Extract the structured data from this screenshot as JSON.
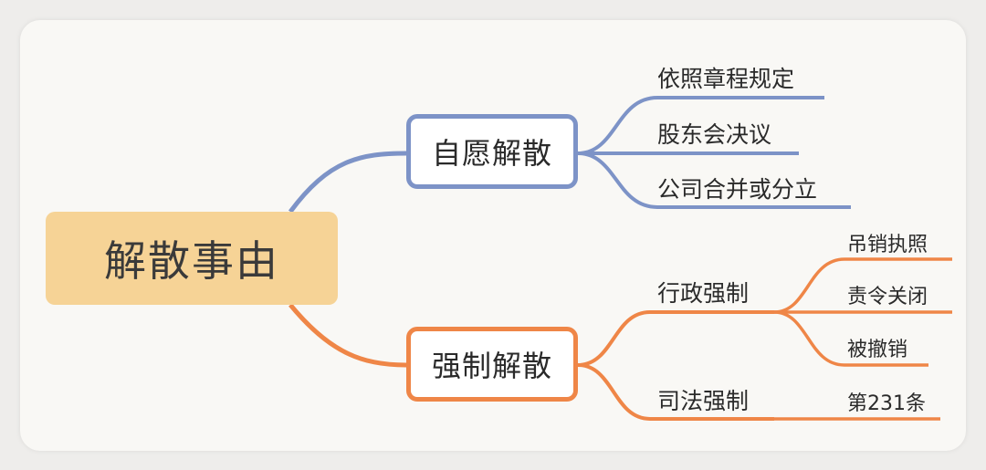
{
  "root": "解散事由",
  "branches": [
    {
      "label": "自愿解散",
      "color": "#7d93c7",
      "children": [
        {
          "label": "依照章程规定"
        },
        {
          "label": "股东会决议"
        },
        {
          "label": "公司合并或分立"
        }
      ]
    },
    {
      "label": "强制解散",
      "color": "#ef8647",
      "children": [
        {
          "label": "行政强制",
          "children": [
            {
              "label": "吊销执照"
            },
            {
              "label": "责令关闭"
            },
            {
              "label": "被撤销"
            }
          ]
        },
        {
          "label": "司法强制",
          "children": [
            {
              "label": "第231条"
            }
          ]
        }
      ]
    }
  ]
}
